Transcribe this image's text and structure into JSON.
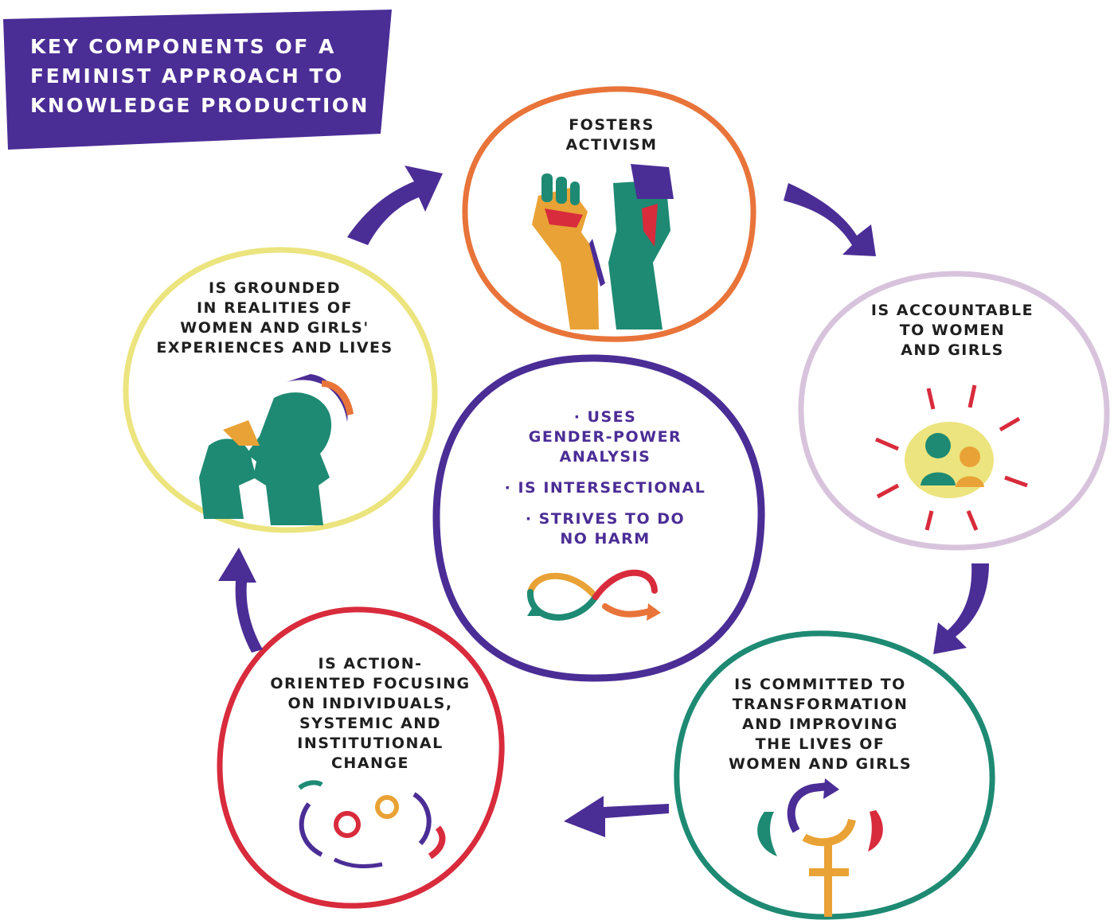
{
  "title": "KEY COMPONENTS OF A\nFEMINIST APPROACH TO\nKNOWLEDGE PRODUCTION",
  "colors": {
    "purple": "#4b2d96",
    "orange": "#e8743a",
    "lavender": "#d8c3dc",
    "teal": "#1e8a73",
    "red": "#d82b3c",
    "yellow": "#ece47e",
    "gold": "#e9a235"
  },
  "components": [
    {
      "id": "activism",
      "label": "FOSTERS\nACTIVISM",
      "icon": "raised-fists-icon"
    },
    {
      "id": "accountable",
      "label": "IS ACCOUNTABLE\nTO WOMEN\nAND GIRLS",
      "icon": "converging-arrows-people-icon"
    },
    {
      "id": "transformation",
      "label": "IS COMMITTED TO\nTRANSFORMATION\nAND IMPROVING\nTHE LIVES OF\nWOMEN AND GIRLS",
      "icon": "venus-cycle-icon"
    },
    {
      "id": "action",
      "label": "IS ACTION-\nORIENTED FOCUSING\nON INDIVIDUALS,\nSYSTEMIC AND\nINSTITUTIONAL\nCHANGE",
      "icon": "gears-icon"
    },
    {
      "id": "grounded",
      "label": "IS GROUNDED\nIN REALITIES OF\nWOMEN AND GIRLS'\nEXPERIENCES AND LIVES",
      "icon": "women-faces-icon"
    }
  ],
  "center": {
    "items": [
      "· USES\nGENDER-POWER\nANALYSIS",
      "· IS INTERSECTIONAL",
      "· STRIVES TO DO\nNO HARM"
    ],
    "icon": "infinity-arrows-icon"
  }
}
